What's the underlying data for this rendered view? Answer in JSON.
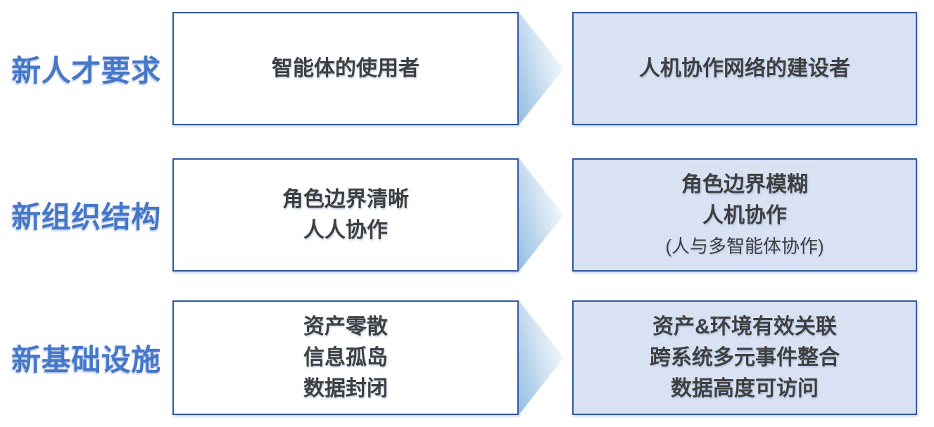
{
  "page": {
    "background": "#ffffff",
    "type": "transformation-diagram"
  },
  "colors": {
    "label_blue": "#4677C8",
    "box_border": "#34599F",
    "before_box_fill": "#FFFFFF",
    "after_box_fill": "#D9E2F3",
    "arrow_gradient_from": "#93BCE2",
    "arrow_gradient_to": "#FFFFFF",
    "body_text": "#3F3F3F"
  },
  "rows": [
    {
      "id": "talent",
      "label": "新人才要求",
      "before": {
        "lines": [
          "智能体的使用者"
        ]
      },
      "after": {
        "lines": [
          "人机协作网络的建设者"
        ]
      }
    },
    {
      "id": "organization",
      "label": "新组织结构",
      "before": {
        "lines": [
          "角色边界清晰",
          "人人协作"
        ]
      },
      "after": {
        "lines": [
          "角色边界模糊",
          "人机协作"
        ],
        "note": "(人与多智能体协作)"
      }
    },
    {
      "id": "infrastructure",
      "label": "新基础设施",
      "before": {
        "lines": [
          "资产零散",
          "信息孤岛",
          "数据封闭"
        ]
      },
      "after": {
        "lines": [
          "资产&环境有效关联",
          "跨系统多元事件整合",
          "数据高度可访问"
        ]
      }
    }
  ]
}
